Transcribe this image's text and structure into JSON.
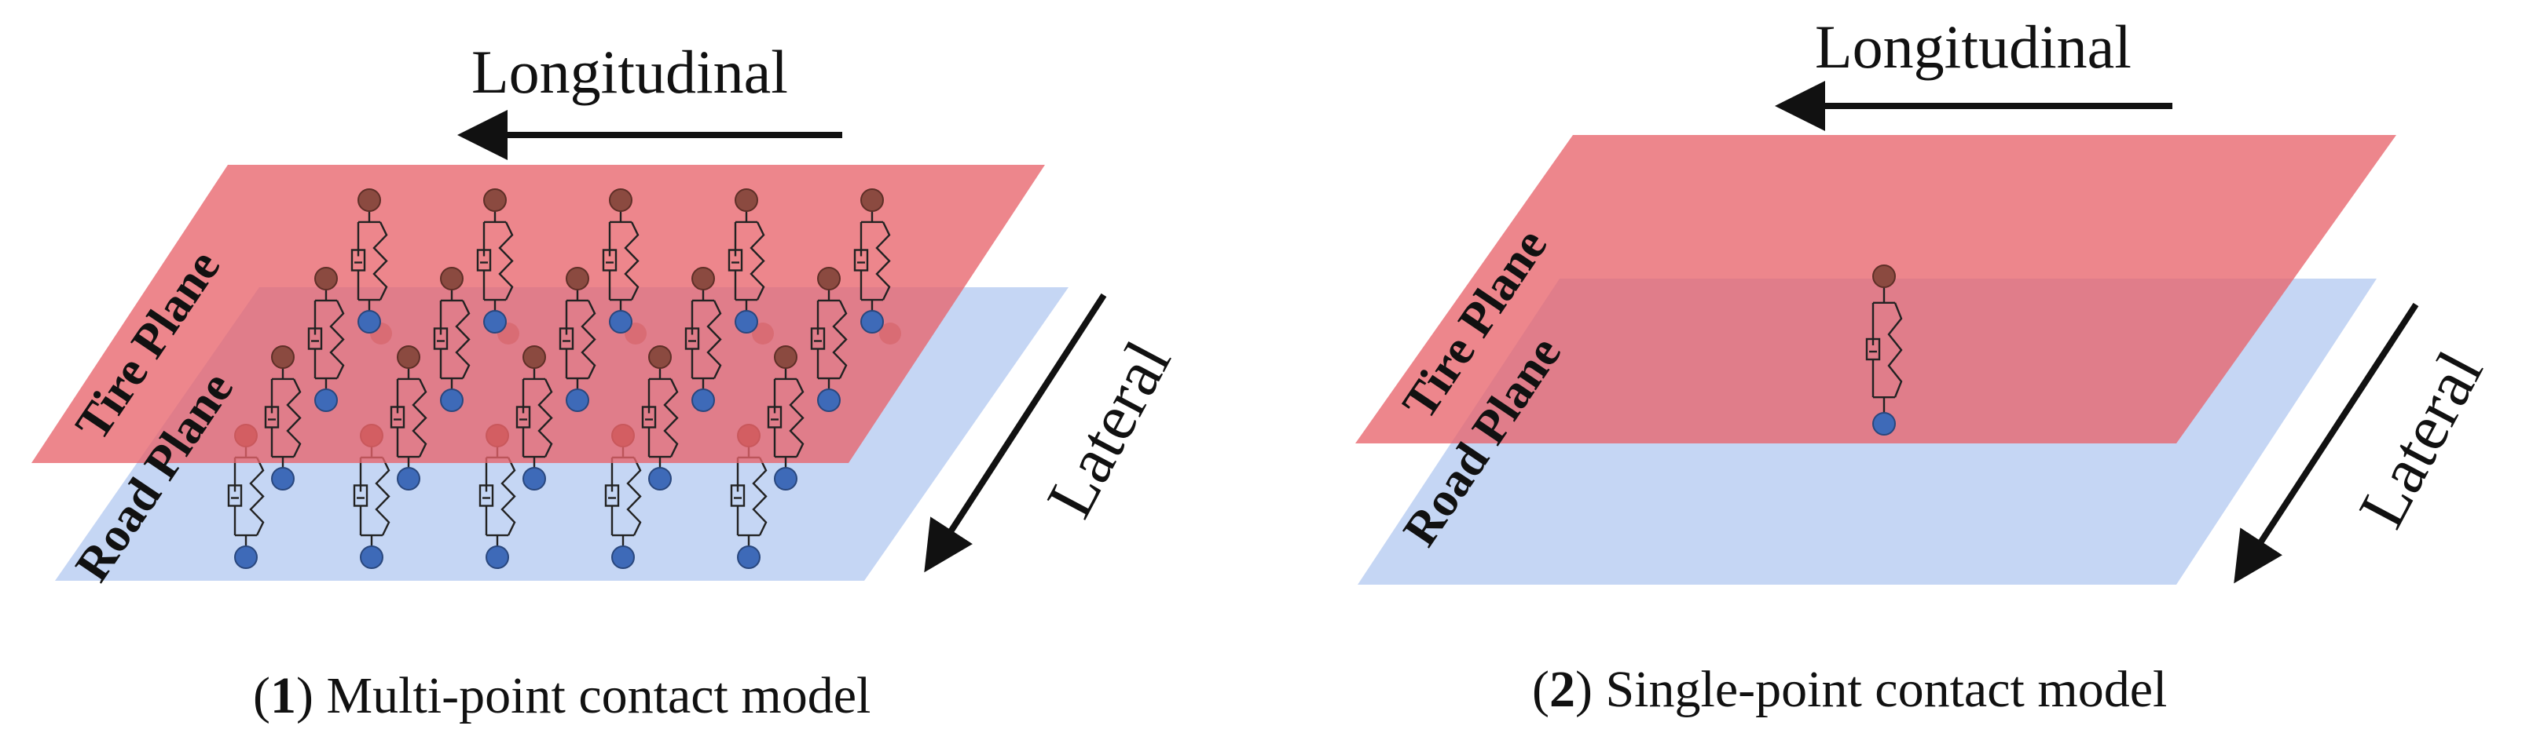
{
  "colors": {
    "tire_plane": "#e8646b",
    "road_plane": "#adc5ef",
    "top_node": "#8b4a40",
    "bottom_node": "#3e6ab8",
    "spring": "#222222",
    "text": "#111111"
  },
  "icons": [
    "longitudinal-arrow-icon",
    "lateral-arrow-icon",
    "spring-damper-icon",
    "contact-node-icon"
  ],
  "panels": [
    {
      "tire_plane_label": "Tire Plane",
      "road_plane_label": "Road Plane",
      "longitudinal_label": "Longitudinal",
      "lateral_label": "Lateral",
      "caption_number": "1",
      "caption_text": "Multi-point contact model",
      "contact_point_count": 20
    },
    {
      "tire_plane_label": "Tire Plane",
      "road_plane_label": "Road Plane",
      "longitudinal_label": "Longitudinal",
      "lateral_label": "Lateral",
      "caption_number": "2",
      "caption_text": "Single-point contact model",
      "contact_point_count": 1
    }
  ]
}
